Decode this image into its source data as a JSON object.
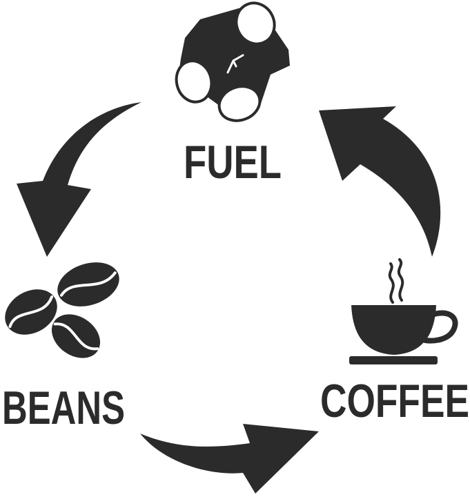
{
  "labels": {
    "fuel": "FUEL",
    "beans": "BEANS",
    "coffee": "COFFEE"
  },
  "icons": {
    "fuel": "log-bundle-icon",
    "beans": "coffee-beans-icon",
    "coffee": "coffee-cup-icon"
  },
  "colors": {
    "ink": "#2b2b2b",
    "background": "#ffffff"
  }
}
